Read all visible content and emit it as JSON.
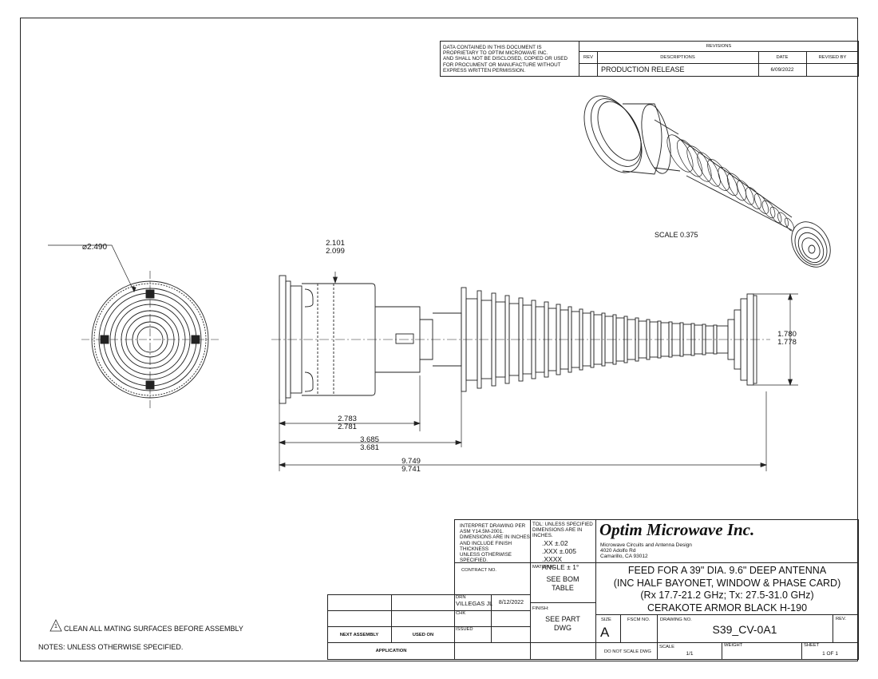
{
  "proprietary_notice": [
    "DATA CONTAINED IN THIS DOCUMENT IS",
    "PROPRIETARY TO OPTIM MICROWAVE INC.",
    "AND SHALL NOT BE DISCLOSED, COPIED OR USED",
    "FOR PROCUMENT OR MANUFACTURE WITHOUT",
    "EXPRESS WRITTEN PERMISSION."
  ],
  "revisions": {
    "title": "REVISIONS",
    "col_rev": "REV",
    "col_desc": "DESCRIPTIONS",
    "col_date": "DATE",
    "col_by": "REVISED BY",
    "row_desc": "PRODUCTION RELEASE",
    "row_date": "6/09/2022"
  },
  "scale_note": "SCALE  0.375",
  "dims": {
    "diameter": "2.490",
    "d1_top": "2.101",
    "d1_bot": "2.099",
    "d2_top": "2.783",
    "d2_bot": "2.781",
    "d3_top": "3.685",
    "d3_bot": "3.681",
    "d4_top": "9.749",
    "d4_bot": "9.741",
    "d5_top": "1.780",
    "d5_bot": "1.778"
  },
  "notes": {
    "flag": "1",
    "note1": "CLEAN ALL MATING SURFACES BEFORE ASSEMBLY",
    "header": "NOTES: UNLESS OTHERWISE SPECIFIED."
  },
  "application": {
    "next_assembly": "NEXT ASSEMBLY",
    "used_on": "USED ON",
    "application": "APPLICATION"
  },
  "interpret": [
    "INTERPRET DRAWING PER",
    "ASM Y14.5M-2001.",
    "DIMENSIONS ARE IN INCHES",
    "AND INCLUDE FINISH",
    "THICKNESS",
    "UNLESS OTHERWISE SPECIFIED."
  ],
  "tolerances": {
    "header": [
      "TOL: UNLESS SPECIFIED",
      "DIMENSIONS ARE IN INCHES."
    ],
    "xx": ".XX  ±.02",
    "xxx": ".XXX ±.005",
    "xxxx": ".XXXX",
    "angle": "ANGLE ± 1°"
  },
  "company": {
    "name": "Optim Microwave Inc.",
    "line1": "Microwave Circuits and Antenna Design",
    "line2": "4020 Adolfo Rd",
    "line3": "Camarillo, CA 93012"
  },
  "contract": {
    "label": "CONTRACT NO."
  },
  "material": {
    "label": "MATERIAL:",
    "value1": "SEE BOM",
    "value2": "TABLE"
  },
  "finish": {
    "label": "FINISH:",
    "value1": "SEE PART",
    "value2": "DWG"
  },
  "drawn": {
    "drn": "DRN",
    "name": "VILLEGAS JL",
    "date": "8/12/2022",
    "chk": "CHK",
    "issued": "ISSUED"
  },
  "title_lines": [
    "FEED FOR A 39\" DIA. 9.6\" DEEP ANTENNA",
    "(INC HALF BAYONET, WINDOW   & PHASE CARD)",
    "(Rx 17.7-21.2 GHz; Tx: 27.5-31.0 GHz)",
    "CERAKOTE ARMOR BLACK H-190"
  ],
  "block": {
    "size_label": "SIZE",
    "size": "A",
    "fscm_label": "FSCM NO.",
    "dwg_label": "DRAWING NO.",
    "dwg_no": "S39_CV-0A1",
    "rev_label": "REV.",
    "dont_scale": "DO NOT SCALE DWG",
    "scale_label": "SCALE",
    "scale": "1/1",
    "weight_label": "WEIGHT",
    "sheet_label": "SHEET",
    "sheet": "1 OF 1"
  }
}
